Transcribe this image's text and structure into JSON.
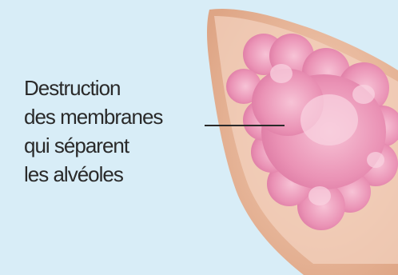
{
  "annotation": {
    "lines": [
      "Destruction",
      "des membranes",
      "qui séparent",
      "les alvéoles"
    ]
  },
  "colors": {
    "background": "#d8edf7",
    "tissue_outer": "#e7b79b",
    "tissue_rim": "#f3cdb5",
    "alveoli_light": "#f2a9c6",
    "alveoli_mid": "#e98cb1",
    "alveoli_dark": "#d9749e",
    "leader_line": "#2a2a2a"
  }
}
